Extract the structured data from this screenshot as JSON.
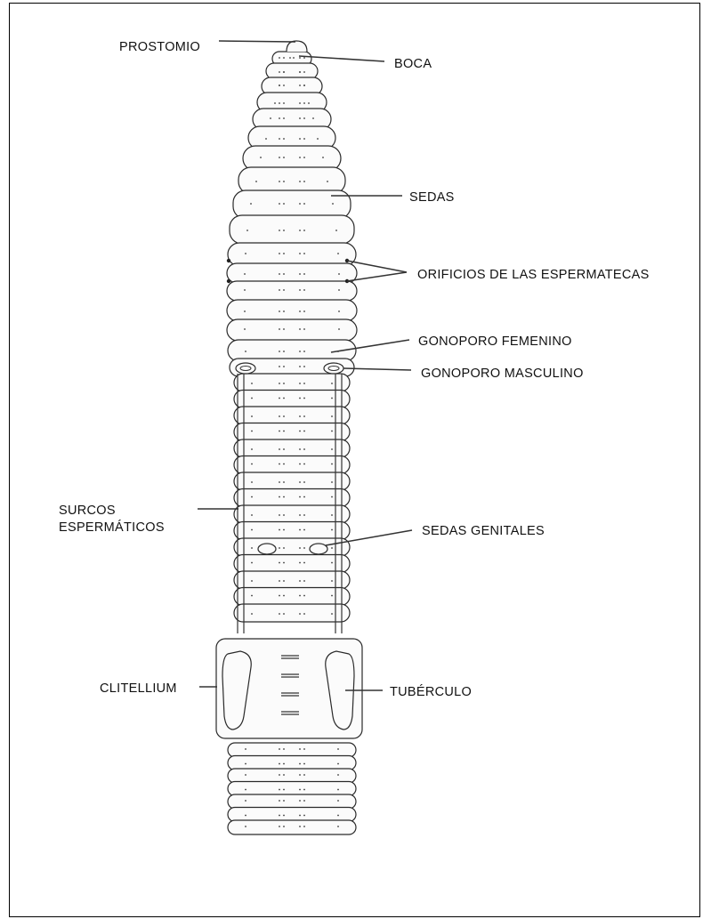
{
  "labels": {
    "prostomio": "PROSTOMIO",
    "boca": "BOCA",
    "sedas": "SEDAS",
    "orificios": "ORIFICIOS DE LAS ESPERMATECAS",
    "gonoporo_femenino": "GONOPORO FEMENINO",
    "gonoporo_masculino": "GONOPORO MASCULINO",
    "surcos_1": "SURCOS",
    "surcos_2": "ESPERMÁTICOS",
    "sedas_genitales": "SEDAS GENITALES",
    "clitellium": "CLITELLIUM",
    "tuberculo": "TUBÉRCULO"
  }
}
